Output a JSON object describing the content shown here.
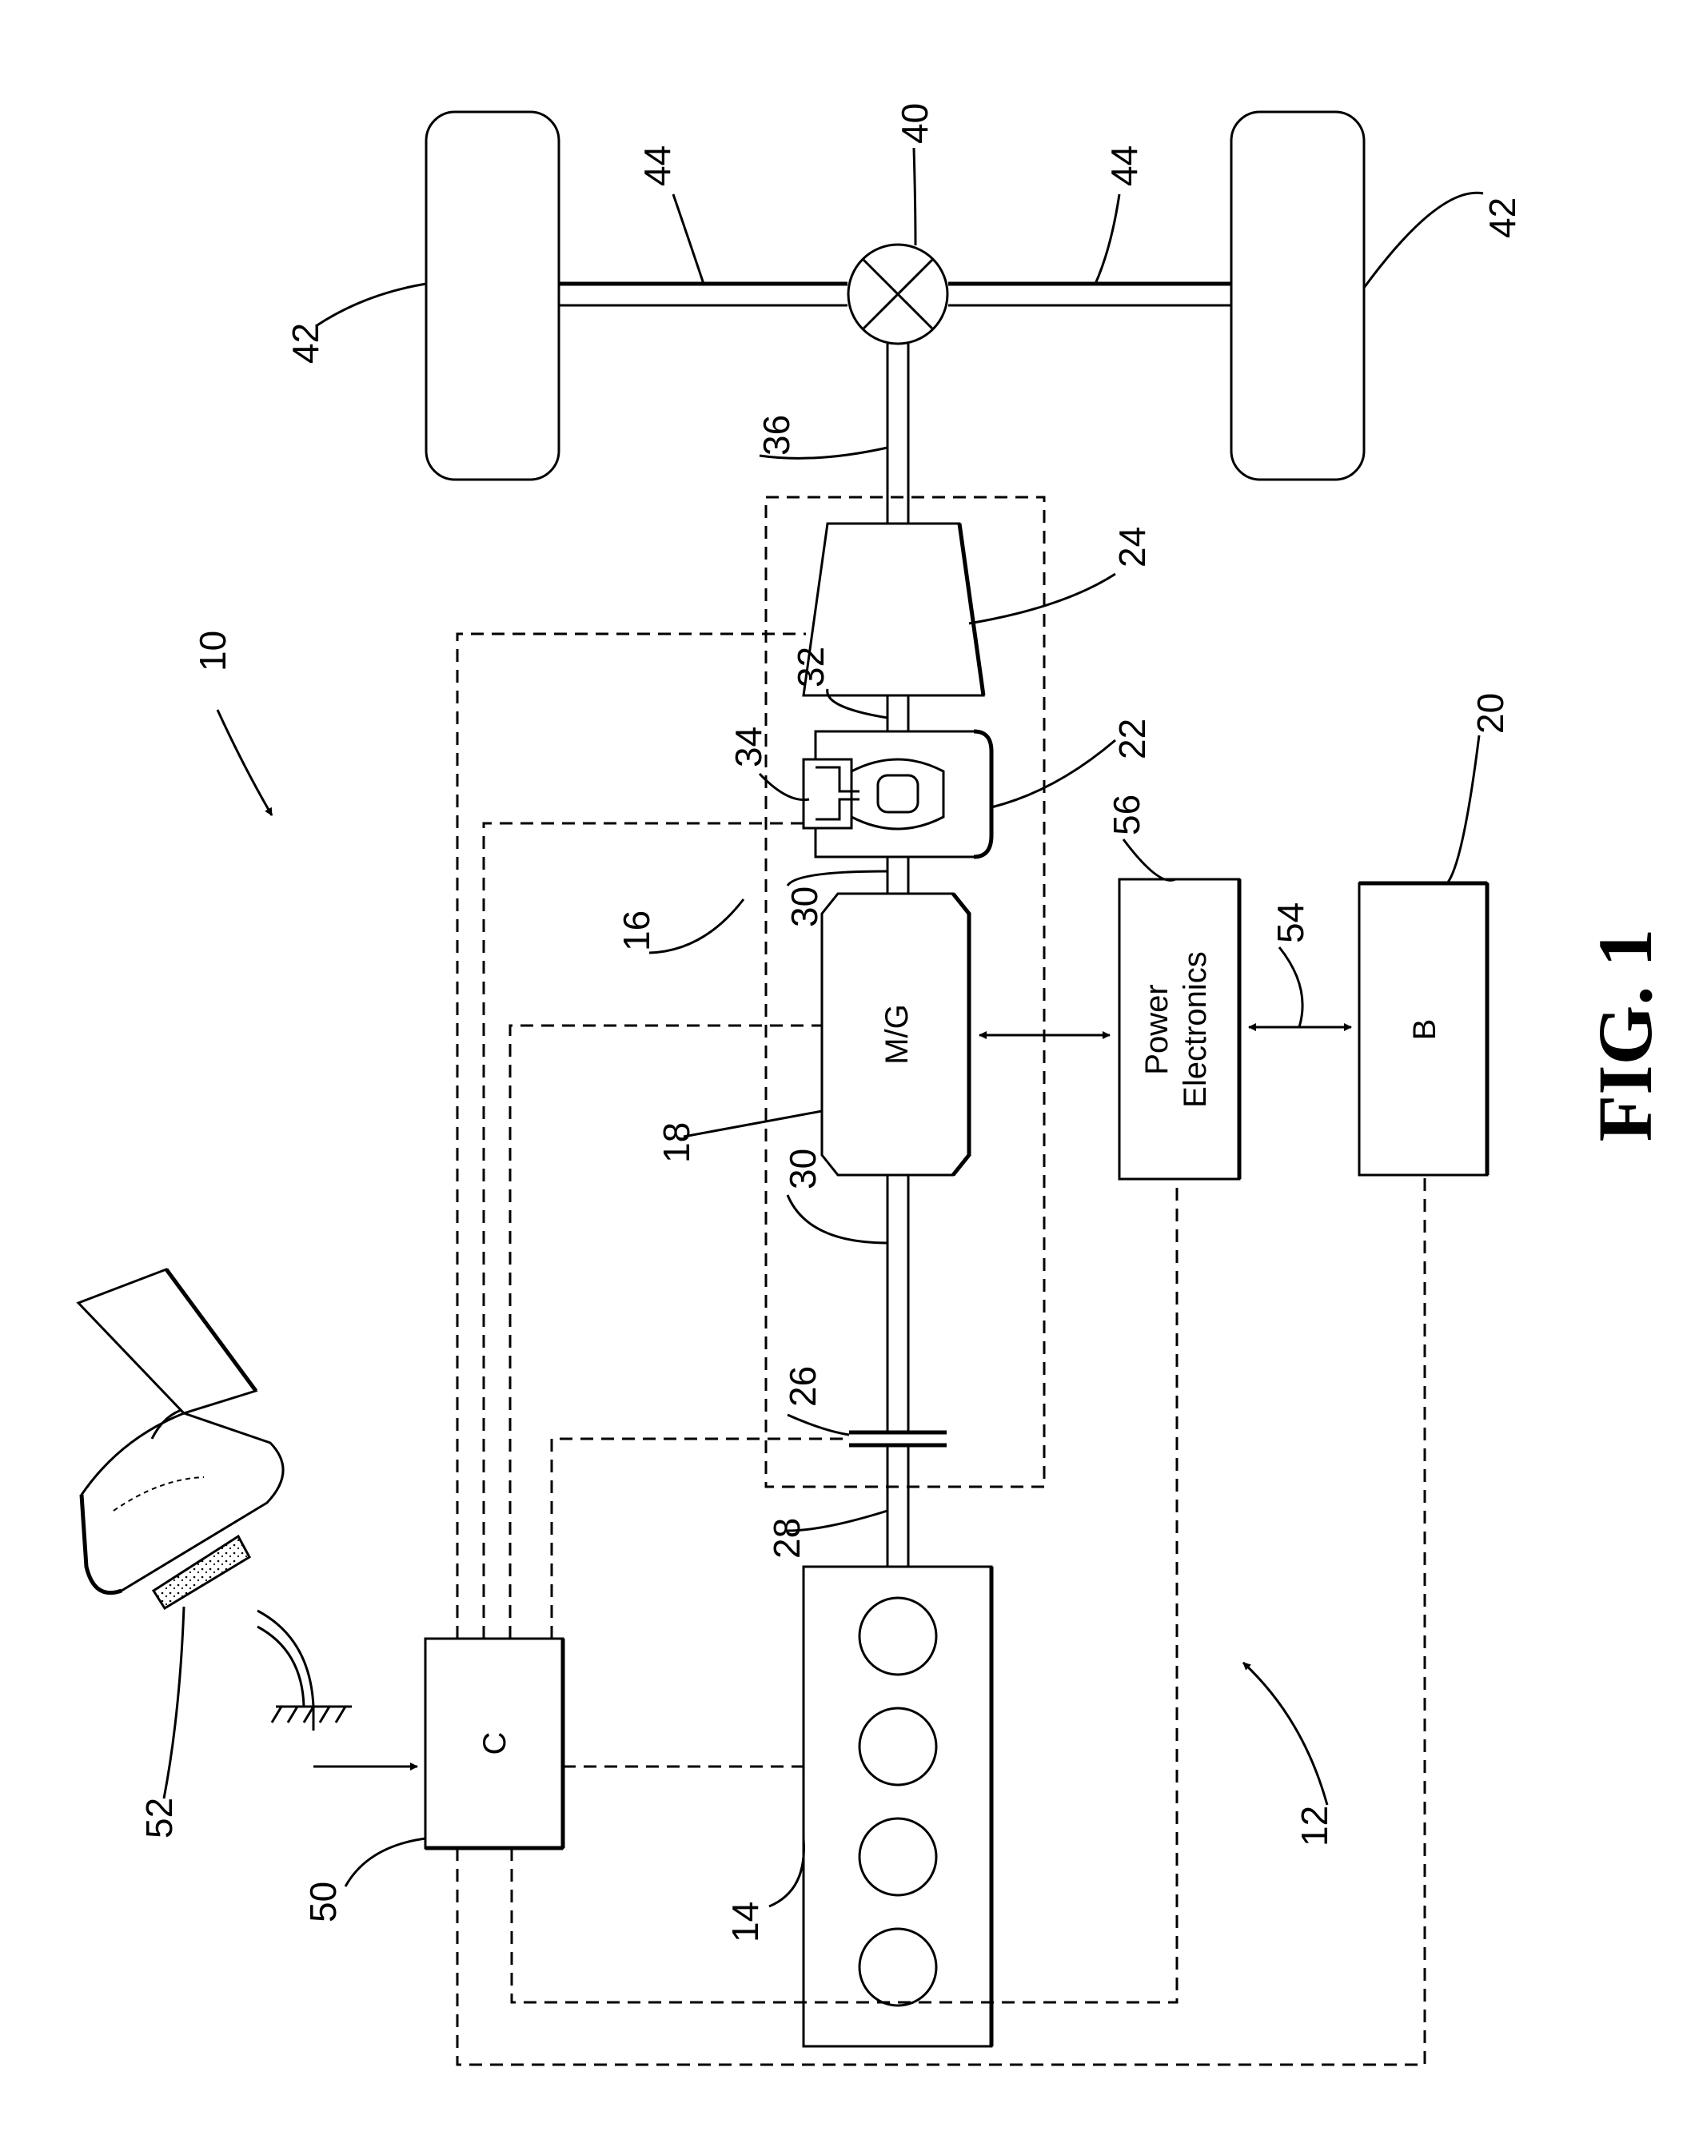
{
  "labels": {
    "n10": "10",
    "n12": "12",
    "n14": "14",
    "n16": "16",
    "n18": "18",
    "n20": "20",
    "n22": "22",
    "n24": "24",
    "n26": "26",
    "n28": "28",
    "n30a": "30",
    "n30b": "30",
    "n32": "32",
    "n34": "34",
    "n36": "36",
    "n40": "40",
    "n42a": "42",
    "n42b": "42",
    "n44a": "44",
    "n44b": "44",
    "n50": "50",
    "n52": "52",
    "n54": "54",
    "n56": "56"
  },
  "blocks": {
    "mg": "M/G",
    "power_line1": "Power",
    "power_line2": "Electronics",
    "battery": "B",
    "controller": "C"
  },
  "figure_title": "FIG. 1",
  "colors": {
    "line": "#000000",
    "background": "#ffffff"
  }
}
